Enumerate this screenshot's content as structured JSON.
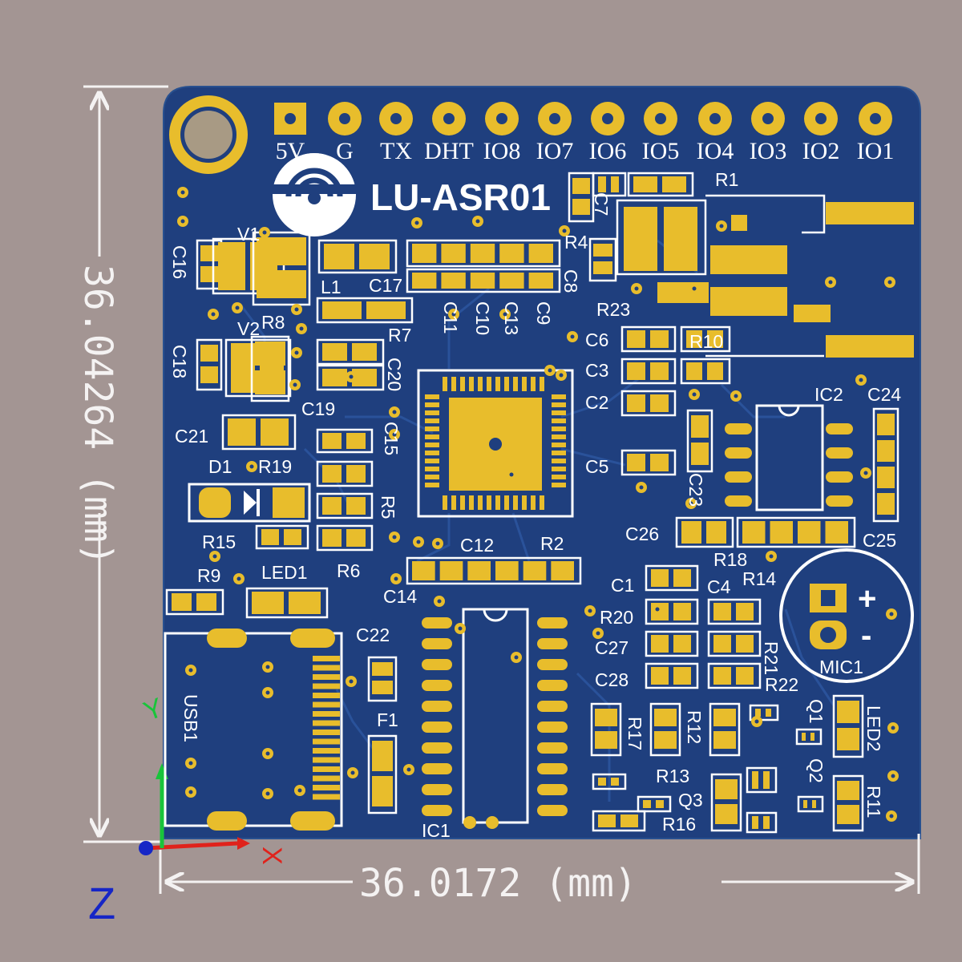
{
  "board": {
    "name": "LU-ASR01",
    "colors": {
      "background": "#a39593",
      "board": "#1f3f7e",
      "copper": "#e8bd2c",
      "silkscreen": "#ffffff",
      "dimension": "#f4f2f2"
    }
  },
  "dimensions": {
    "height": "36.04264 (mm)",
    "width": "36.0172 (mm)"
  },
  "axes": {
    "y": "Y",
    "x": "X",
    "z": "Z"
  },
  "header_pins": [
    "5V",
    "G",
    "TX",
    "DHT",
    "IO8",
    "IO7",
    "IO6",
    "IO5",
    "IO4",
    "IO3",
    "IO2",
    "IO1"
  ],
  "labels": {
    "V1": "V1",
    "V2": "V2",
    "C16": "C16",
    "C18": "C18",
    "L1": "L1",
    "C17": "C17",
    "R8": "R8",
    "R7": "R7",
    "C20": "C20",
    "C19": "C19",
    "C21": "C21",
    "D1": "D1",
    "R19": "R19",
    "C15": "C15",
    "R5": "R5",
    "R15": "R15",
    "R9": "R9",
    "LED1": "LED1",
    "R6": "R6",
    "C14": "C14",
    "C12": "C12",
    "R2": "R2",
    "C22": "C22",
    "F1": "F1",
    "USB1": "USB1",
    "IC1": "IC1",
    "R1": "R1",
    "C7": "C7",
    "R4": "R4",
    "C8": "C8",
    "C11": "C11",
    "C10": "C10",
    "C13": "C13",
    "C9": "C9",
    "R23": "R23",
    "C6": "C6",
    "R10": "R10",
    "C3": "C3",
    "C2": "C2",
    "C5": "C5",
    "IC2": "IC2",
    "C24": "C24",
    "C23": "C23",
    "C26": "C26",
    "C25": "C25",
    "R18": "R18",
    "R14": "R14",
    "C1": "C1",
    "C4": "C4",
    "R20": "R20",
    "C27": "C27",
    "R21": "R21",
    "C28": "C28",
    "R22": "R22",
    "MIC1": "MIC1",
    "R17": "R17",
    "R12": "R12",
    "R13": "R13",
    "Q1": "Q1",
    "Q2": "Q2",
    "Q3": "Q3",
    "R16": "R16",
    "LED2": "LED2",
    "R11": "R11",
    "mic_plus": "+",
    "mic_minus": "-"
  }
}
